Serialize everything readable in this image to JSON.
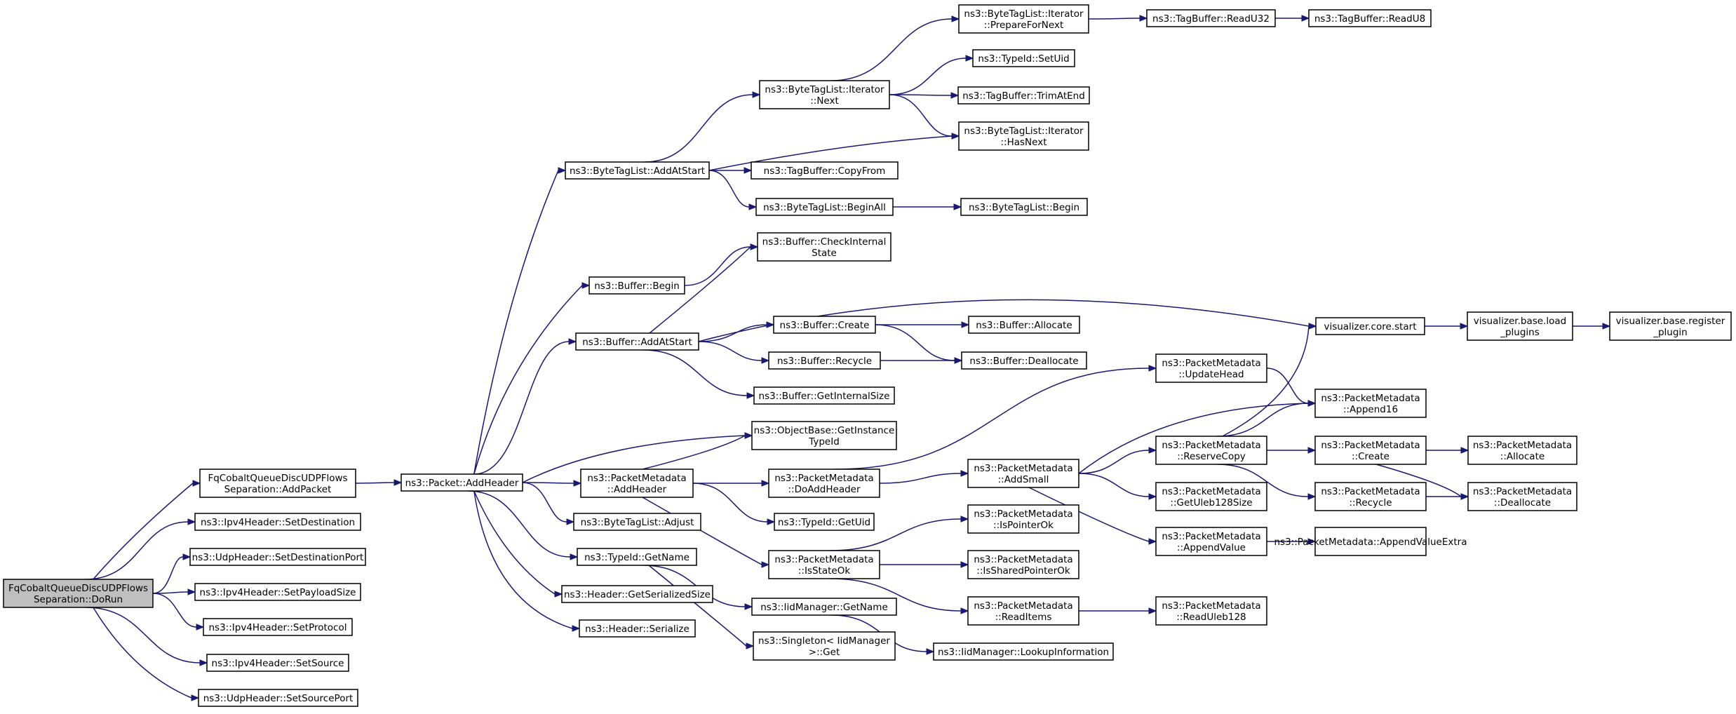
{
  "nodes": [
    {
      "id": "dorun",
      "lines": [
        "FqCobaltQueueDiscUDPFlows",
        "Separation::DoRun"
      ],
      "root": true
    },
    {
      "id": "addpacket",
      "lines": [
        "FqCobaltQueueDiscUDPFlows",
        "Separation::AddPacket"
      ]
    },
    {
      "id": "ipv4_setdest",
      "lines": [
        "ns3::Ipv4Header::SetDestination"
      ]
    },
    {
      "id": "udp_setdestport",
      "lines": [
        "ns3::UdpHeader::SetDestinationPort"
      ]
    },
    {
      "id": "ipv4_setpayload",
      "lines": [
        "ns3::Ipv4Header::SetPayloadSize"
      ]
    },
    {
      "id": "ipv4_setproto",
      "lines": [
        "ns3::Ipv4Header::SetProtocol"
      ]
    },
    {
      "id": "ipv4_setsrc",
      "lines": [
        "ns3::Ipv4Header::SetSource"
      ]
    },
    {
      "id": "udp_setsrcport",
      "lines": [
        "ns3::UdpHeader::SetSourcePort"
      ]
    },
    {
      "id": "packet_addheader",
      "lines": [
        "ns3::Packet::AddHeader"
      ]
    },
    {
      "id": "btl_addatstart",
      "lines": [
        "ns3::ByteTagList::AddAtStart"
      ]
    },
    {
      "id": "buffer_begin",
      "lines": [
        "ns3::Buffer::Begin"
      ]
    },
    {
      "id": "buffer_addatstart",
      "lines": [
        "ns3::Buffer::AddAtStart"
      ]
    },
    {
      "id": "pm_addheader",
      "lines": [
        "ns3::PacketMetadata",
        "::AddHeader"
      ]
    },
    {
      "id": "btl_adjust",
      "lines": [
        "ns3::ByteTagList::Adjust"
      ]
    },
    {
      "id": "typeid_getname",
      "lines": [
        "ns3::TypeId::GetName"
      ]
    },
    {
      "id": "header_getsersize",
      "lines": [
        "ns3::Header::GetSerializedSize"
      ]
    },
    {
      "id": "header_serialize",
      "lines": [
        "ns3::Header::Serialize"
      ]
    },
    {
      "id": "btl_it_next",
      "lines": [
        "ns3::ByteTagList::Iterator",
        "::Next"
      ]
    },
    {
      "id": "tb_copyfrom",
      "lines": [
        "ns3::TagBuffer::CopyFrom"
      ]
    },
    {
      "id": "btl_beginall",
      "lines": [
        "ns3::ByteTagList::BeginAll"
      ]
    },
    {
      "id": "buffer_checkinternal",
      "lines": [
        "ns3::Buffer::CheckInternal",
        "State"
      ]
    },
    {
      "id": "buffer_create",
      "lines": [
        "ns3::Buffer::Create"
      ]
    },
    {
      "id": "buffer_recycle",
      "lines": [
        "ns3::Buffer::Recycle"
      ]
    },
    {
      "id": "buffer_getinternalsize",
      "lines": [
        "ns3::Buffer::GetInternalSize"
      ]
    },
    {
      "id": "objectbase_getinstance",
      "lines": [
        "ns3::ObjectBase::GetInstance",
        "TypeId"
      ]
    },
    {
      "id": "pm_doaddheader",
      "lines": [
        "ns3::PacketMetadata",
        "::DoAddHeader"
      ]
    },
    {
      "id": "typeid_getuid",
      "lines": [
        "ns3::TypeId::GetUid"
      ]
    },
    {
      "id": "pm_isstateok",
      "lines": [
        "ns3::PacketMetadata",
        "::IsStateOk"
      ]
    },
    {
      "id": "iidmanager_getname",
      "lines": [
        "ns3::IidManager::GetName"
      ]
    },
    {
      "id": "singleton_get",
      "lines": [
        "ns3::Singleton< IidManager",
        " >::Get"
      ]
    },
    {
      "id": "btl_it_preparefornext",
      "lines": [
        "ns3::ByteTagList::Iterator",
        "::PrepareForNext"
      ]
    },
    {
      "id": "typeid_setuid",
      "lines": [
        "ns3::TypeId::SetUid"
      ]
    },
    {
      "id": "tb_trimatend",
      "lines": [
        "ns3::TagBuffer::TrimAtEnd"
      ]
    },
    {
      "id": "btl_it_hasnext",
      "lines": [
        "ns3::ByteTagList::Iterator",
        "::HasNext"
      ]
    },
    {
      "id": "btl_begin",
      "lines": [
        "ns3::ByteTagList::Begin"
      ]
    },
    {
      "id": "buffer_allocate",
      "lines": [
        "ns3::Buffer::Allocate"
      ]
    },
    {
      "id": "buffer_deallocate",
      "lines": [
        "ns3::Buffer::Deallocate"
      ]
    },
    {
      "id": "pm_updatehead",
      "lines": [
        "ns3::PacketMetadata",
        "::UpdateHead"
      ]
    },
    {
      "id": "pm_addsmall",
      "lines": [
        "ns3::PacketMetadata",
        "::AddSmall"
      ]
    },
    {
      "id": "pm_ispointerok",
      "lines": [
        "ns3::PacketMetadata",
        "::IsPointerOk"
      ]
    },
    {
      "id": "pm_issharedpointerok",
      "lines": [
        "ns3::PacketMetadata",
        "::IsSharedPointerOk"
      ]
    },
    {
      "id": "pm_readitems",
      "lines": [
        "ns3::PacketMetadata",
        "::ReadItems"
      ]
    },
    {
      "id": "iidmanager_lookupinfo",
      "lines": [
        "ns3::IidManager::LookupInformation"
      ]
    },
    {
      "id": "tb_readu32",
      "lines": [
        "ns3::TagBuffer::ReadU32"
      ]
    },
    {
      "id": "tb_readu8",
      "lines": [
        "ns3::TagBuffer::ReadU8"
      ]
    },
    {
      "id": "viz_core_start",
      "lines": [
        "visualizer.core.start"
      ]
    },
    {
      "id": "viz_load_plugins",
      "lines": [
        "visualizer.base.load",
        "_plugins"
      ]
    },
    {
      "id": "viz_register_plugin",
      "lines": [
        "visualizer.base.register",
        "_plugin"
      ]
    },
    {
      "id": "pm_append16",
      "lines": [
        "ns3::PacketMetadata",
        "::Append16"
      ]
    },
    {
      "id": "pm_reservecopy",
      "lines": [
        "ns3::PacketMetadata",
        "::ReserveCopy"
      ]
    },
    {
      "id": "pm_getuleb128size",
      "lines": [
        "ns3::PacketMetadata",
        "::GetUleb128Size"
      ]
    },
    {
      "id": "pm_appendvalue",
      "lines": [
        "ns3::PacketMetadata",
        "::AppendValue"
      ]
    },
    {
      "id": "pm_readuleb128",
      "lines": [
        "ns3::PacketMetadata",
        "::ReadUleb128"
      ]
    },
    {
      "id": "pm_create",
      "lines": [
        "ns3::PacketMetadata",
        "::Create"
      ]
    },
    {
      "id": "pm_recycle",
      "lines": [
        "ns3::PacketMetadata",
        "::Recycle"
      ]
    },
    {
      "id": "pm_appendvalueextra",
      "lines": [
        "ns3::PacketMetadata::AppendValueExtra"
      ]
    },
    {
      "id": "pm_allocate",
      "lines": [
        "ns3::PacketMetadata",
        "::Allocate"
      ]
    },
    {
      "id": "pm_deallocate",
      "lines": [
        "ns3::PacketMetadata",
        "::Deallocate"
      ]
    }
  ],
  "edges": [
    [
      "dorun",
      "addpacket"
    ],
    [
      "dorun",
      "ipv4_setdest"
    ],
    [
      "dorun",
      "udp_setdestport"
    ],
    [
      "dorun",
      "ipv4_setpayload"
    ],
    [
      "dorun",
      "ipv4_setproto"
    ],
    [
      "dorun",
      "ipv4_setsrc"
    ],
    [
      "dorun",
      "udp_setsrcport"
    ],
    [
      "addpacket",
      "packet_addheader"
    ],
    [
      "packet_addheader",
      "btl_addatstart"
    ],
    [
      "packet_addheader",
      "buffer_begin"
    ],
    [
      "packet_addheader",
      "buffer_addatstart"
    ],
    [
      "packet_addheader",
      "objectbase_getinstance"
    ],
    [
      "packet_addheader",
      "pm_addheader"
    ],
    [
      "packet_addheader",
      "btl_adjust"
    ],
    [
      "packet_addheader",
      "typeid_getname"
    ],
    [
      "packet_addheader",
      "header_getsersize"
    ],
    [
      "packet_addheader",
      "header_serialize"
    ],
    [
      "btl_addatstart",
      "btl_it_next"
    ],
    [
      "btl_addatstart",
      "btl_it_hasnext"
    ],
    [
      "btl_addatstart",
      "tb_copyfrom"
    ],
    [
      "btl_addatstart",
      "btl_beginall"
    ],
    [
      "btl_it_next",
      "btl_it_preparefornext"
    ],
    [
      "btl_it_next",
      "typeid_setuid"
    ],
    [
      "btl_it_next",
      "tb_trimatend"
    ],
    [
      "btl_it_next",
      "btl_it_hasnext"
    ],
    [
      "btl_it_preparefornext",
      "tb_readu32"
    ],
    [
      "tb_readu32",
      "tb_readu8"
    ],
    [
      "btl_beginall",
      "btl_begin"
    ],
    [
      "buffer_begin",
      "buffer_checkinternal"
    ],
    [
      "buffer_addatstart",
      "buffer_checkinternal"
    ],
    [
      "buffer_addatstart",
      "viz_core_start"
    ],
    [
      "buffer_addatstart",
      "buffer_create"
    ],
    [
      "buffer_addatstart",
      "buffer_recycle"
    ],
    [
      "buffer_addatstart",
      "buffer_getinternalsize"
    ],
    [
      "buffer_create",
      "buffer_allocate"
    ],
    [
      "buffer_create",
      "buffer_deallocate"
    ],
    [
      "buffer_recycle",
      "buffer_deallocate"
    ],
    [
      "viz_core_start",
      "viz_load_plugins"
    ],
    [
      "viz_load_plugins",
      "viz_register_plugin"
    ],
    [
      "pm_addheader",
      "objectbase_getinstance"
    ],
    [
      "pm_addheader",
      "pm_doaddheader"
    ],
    [
      "pm_addheader",
      "typeid_getuid"
    ],
    [
      "pm_addheader",
      "pm_isstateok"
    ],
    [
      "pm_doaddheader",
      "pm_updatehead"
    ],
    [
      "pm_doaddheader",
      "pm_addsmall"
    ],
    [
      "pm_updatehead",
      "pm_append16"
    ],
    [
      "pm_addsmall",
      "pm_append16"
    ],
    [
      "pm_addsmall",
      "pm_reservecopy"
    ],
    [
      "pm_addsmall",
      "pm_getuleb128size"
    ],
    [
      "pm_addsmall",
      "pm_appendvalue"
    ],
    [
      "pm_reservecopy",
      "viz_core_start"
    ],
    [
      "pm_reservecopy",
      "pm_append16"
    ],
    [
      "pm_reservecopy",
      "pm_create"
    ],
    [
      "pm_reservecopy",
      "pm_recycle"
    ],
    [
      "pm_create",
      "pm_allocate"
    ],
    [
      "pm_create",
      "pm_deallocate"
    ],
    [
      "pm_recycle",
      "pm_deallocate"
    ],
    [
      "pm_appendvalue",
      "pm_appendvalueextra"
    ],
    [
      "pm_isstateok",
      "pm_ispointerok"
    ],
    [
      "pm_isstateok",
      "pm_issharedpointerok"
    ],
    [
      "pm_isstateok",
      "pm_readitems"
    ],
    [
      "pm_readitems",
      "pm_readuleb128"
    ],
    [
      "typeid_getname",
      "iidmanager_getname"
    ],
    [
      "typeid_getname",
      "singleton_get"
    ],
    [
      "iidmanager_getname",
      "iidmanager_lookupinfo"
    ]
  ]
}
